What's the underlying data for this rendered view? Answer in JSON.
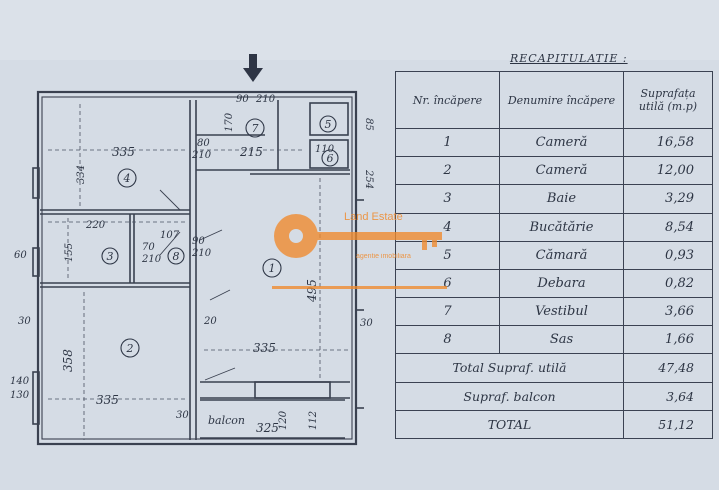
{
  "recap_title": "RECAPITULATIE :",
  "table": {
    "headers": [
      "Nr. încăpere",
      "Denumire încăpere",
      "Suprafața utilă (m.p)"
    ],
    "rows": [
      {
        "nr": "1",
        "name": "Cameră",
        "area": "16,58"
      },
      {
        "nr": "2",
        "name": "Cameră",
        "area": "12,00"
      },
      {
        "nr": "3",
        "name": "Baie",
        "area": "3,29"
      },
      {
        "nr": "4",
        "name": "Bucătărie",
        "area": "8,54"
      },
      {
        "nr": "5",
        "name": "Cămară",
        "area": "0,93"
      },
      {
        "nr": "6",
        "name": "Debara",
        "area": "0,82"
      },
      {
        "nr": "7",
        "name": "Vestibul",
        "area": "3,66"
      },
      {
        "nr": "8",
        "name": "Sas",
        "area": "1,66"
      }
    ],
    "totals": [
      {
        "label": "Total Supraf. utilă",
        "value": "47,48"
      },
      {
        "label": "Supraf. balcon",
        "value": "3,64"
      },
      {
        "label": "TOTAL",
        "value": "51,12"
      }
    ]
  },
  "plan": {
    "room_numbers": [
      "1",
      "2",
      "3",
      "4",
      "5",
      "6",
      "7",
      "8"
    ],
    "dims": {
      "d335_kitchen": "335",
      "d335_room1": "335",
      "d335_room2": "335",
      "d325_balcon": "325",
      "d215": "215",
      "d358": "358",
      "d495": "495",
      "d155": "155",
      "d220": "220",
      "d334": "334",
      "d254": "254",
      "d85": "85",
      "d90": "90",
      "d210": "210",
      "d170": "170",
      "d80": "80",
      "d110": "110",
      "d70": "70",
      "d107": "107",
      "d140": "140",
      "d130": "130",
      "d60": "60",
      "d120": "120",
      "d112": "112",
      "d30": "30",
      "d20": "20"
    },
    "balcon_label": "balcon"
  },
  "watermark": {
    "brand": "Land Estate",
    "tagline": "agentie imobiliara",
    "color": "#f08a2c"
  }
}
